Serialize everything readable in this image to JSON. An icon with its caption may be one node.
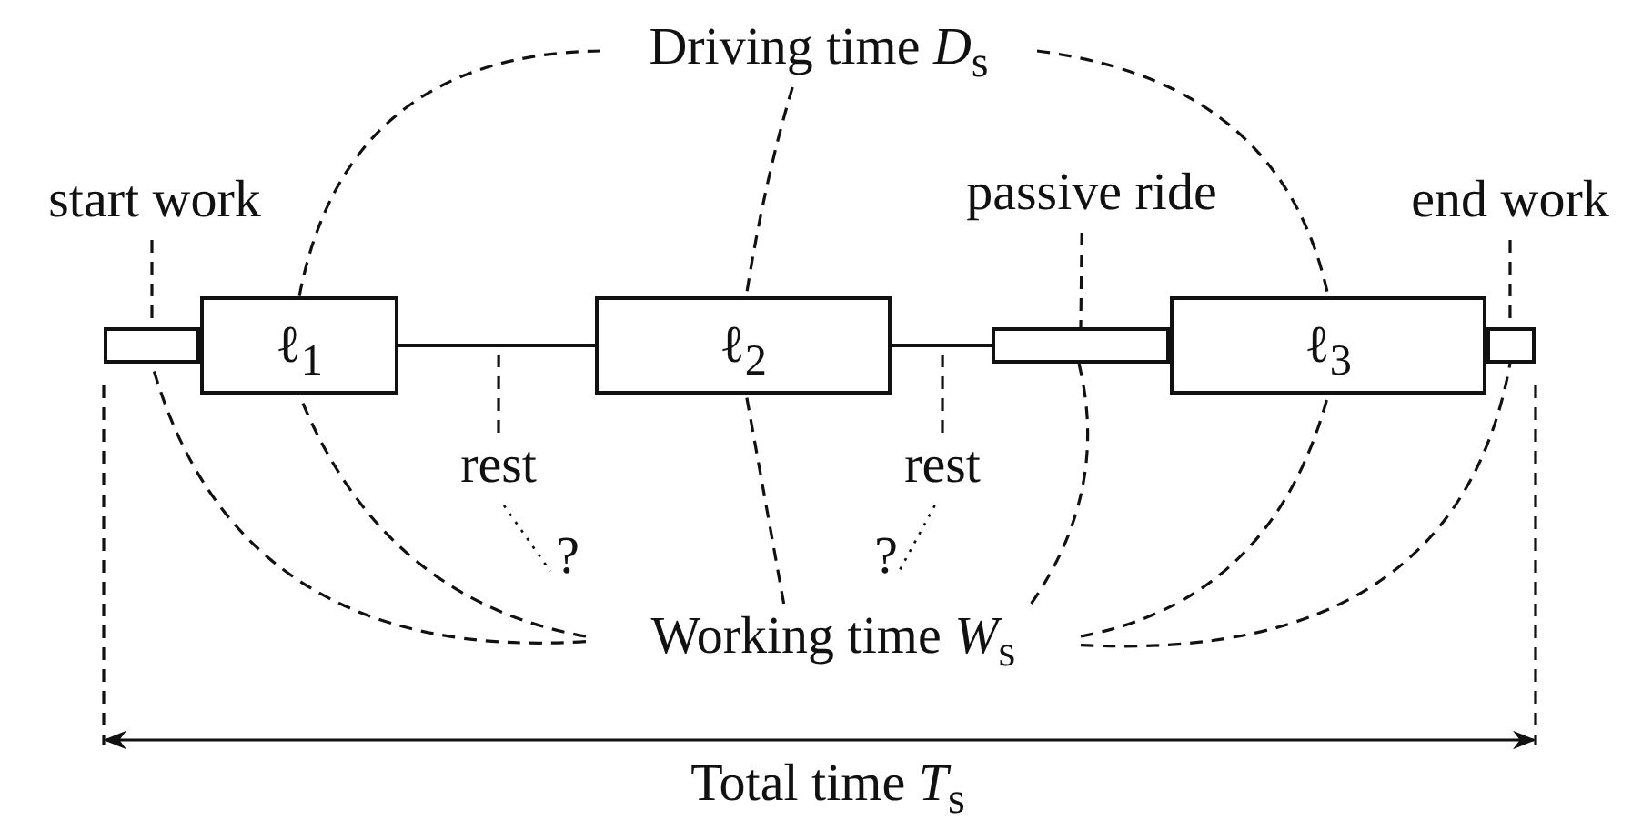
{
  "diagram": {
    "nodes": [
      {
        "text": [
          "Driving time *D*$_{s}$"
        ]
      },
      {
        "text": [
          "start work"
        ]
      },
      {
        "text": [
          "passive ride"
        ]
      },
      {
        "text": [
          "end work"
        ]
      },
      {
        "text": [],
        "shape": "box"
      },
      {
        "text": [
          "ℓ$_{1}$"
        ]
      },
      {
        "text": [],
        "shape": "line"
      },
      {
        "text": [
          "ℓ$_{2}$"
        ]
      },
      {
        "text": [],
        "shape": "line"
      },
      {
        "text": [],
        "shape": "box"
      },
      {
        "text": [
          "ℓ$_{3}$"
        ]
      },
      {
        "text": [],
        "shape": "box"
      },
      {
        "text": [
          "rest"
        ]
      },
      {
        "text": [
          "rest"
        ]
      },
      {
        "text": [
          "?"
        ]
      },
      {
        "text": [
          "?"
        ]
      },
      {
        "text": [
          "Working time *W*$_{s}$"
        ]
      }
    ],
    "edges": [
      {
        "from": 0,
        "to": 5,
        "arrow": "none",
        "style": "dashed"
      },
      {
        "from": 0,
        "to": 7,
        "arrow": "none",
        "style": "dashed"
      },
      {
        "from": 0,
        "to": 10,
        "arrow": "none",
        "style": "dashed"
      },
      {
        "from": 1,
        "to": 4,
        "arrow": "none",
        "style": "dashed"
      },
      {
        "from": 2,
        "to": 9,
        "arrow": "none",
        "style": "dashed"
      },
      {
        "from": 3,
        "to": 11,
        "arrow": "none",
        "style": "dashed"
      },
      {
        "from": 12,
        "to": 6,
        "arrow": "none",
        "style": "dashed"
      },
      {
        "from": 13,
        "to": 8,
        "arrow": "none",
        "style": "dashed"
      },
      {
        "from": 12,
        "to": 14,
        "arrow": "none"
      },
      {
        "from": 13,
        "to": 15,
        "arrow": "none"
      },
      {
        "from": 16,
        "to": 4,
        "arrow": "none",
        "style": "dashed"
      },
      {
        "from": 16,
        "to": 5,
        "arrow": "none",
        "style": "dashed"
      },
      {
        "from": 16,
        "to": 7,
        "arrow": "none",
        "style": "dashed"
      },
      {
        "from": 16,
        "to": 9,
        "arrow": "none",
        "style": "dashed"
      },
      {
        "from": 16,
        "to": 10,
        "arrow": "none",
        "style": "dashed"
      },
      {
        "from": 16,
        "to": 11,
        "arrow": "none",
        "style": "dashed"
      }
    ],
    "labels": [
      "Total time *T*$_{s}$"
    ]
  }
}
